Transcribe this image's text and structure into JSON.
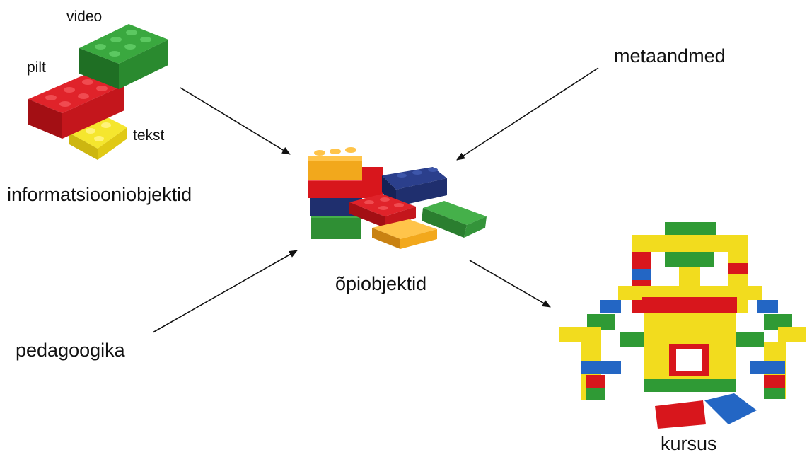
{
  "labels": {
    "video": "video",
    "pilt": "pilt",
    "tekst": "tekst",
    "information_objects": "informatsiooniobjektid",
    "metadata": "metaandmed",
    "learning_objects": "õpiobjektid",
    "pedagogy": "pedagoogika",
    "course": "kursus"
  },
  "colors": {
    "red": "#d8161c",
    "green": "#2f9a35",
    "yellow": "#f2dc1e",
    "orange": "#f2a81c",
    "blue": "#2366c4",
    "navy": "#1f2f6e"
  }
}
